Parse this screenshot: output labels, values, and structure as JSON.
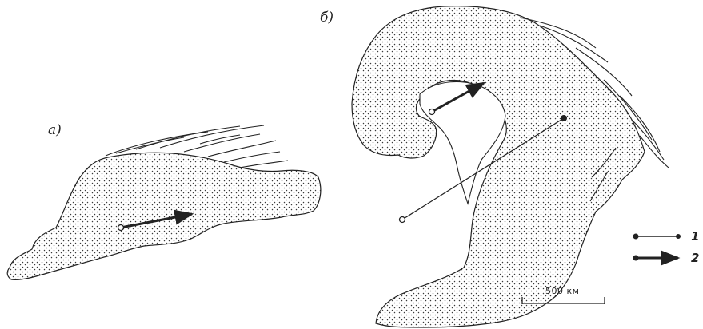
{
  "panels": [
    {
      "id": "a",
      "label": "а)"
    },
    {
      "id": "b",
      "label": "б)"
    }
  ],
  "legend": [
    {
      "number": "1",
      "symbol": "line-with-dot-ends"
    },
    {
      "number": "2",
      "symbol": "arrow"
    }
  ],
  "scale_bar": {
    "label": "500 км"
  },
  "colors": {
    "ink": "#222222",
    "stipple": "#3a3a3a",
    "background": "#ffffff"
  }
}
